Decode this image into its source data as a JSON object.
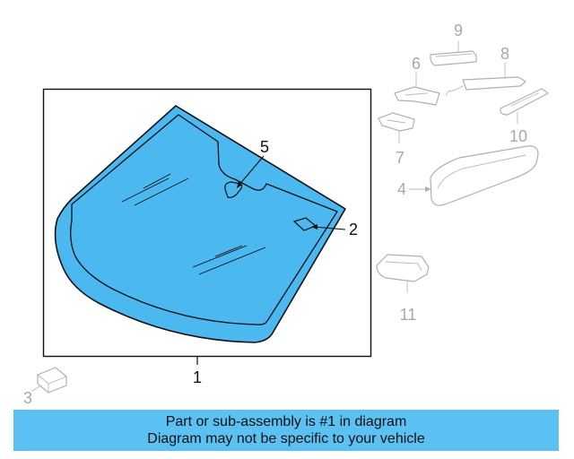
{
  "diagram": {
    "callouts": {
      "c1": "1",
      "c2": "2",
      "c3": "3",
      "c4": "4",
      "c5": "5",
      "c6": "6",
      "c7": "7",
      "c8": "8",
      "c9": "9",
      "c10": "10",
      "c11": "11"
    },
    "highlighted_part": "1",
    "colors": {
      "glass_fill": "#4bb8f0",
      "outline": "#111111",
      "ghost_parts": "#b0b0b0",
      "banner": "#5bc0f2"
    }
  },
  "banner": {
    "line1": "Part or sub-assembly is #1 in diagram",
    "line2": "Diagram may not be specific to your vehicle"
  }
}
